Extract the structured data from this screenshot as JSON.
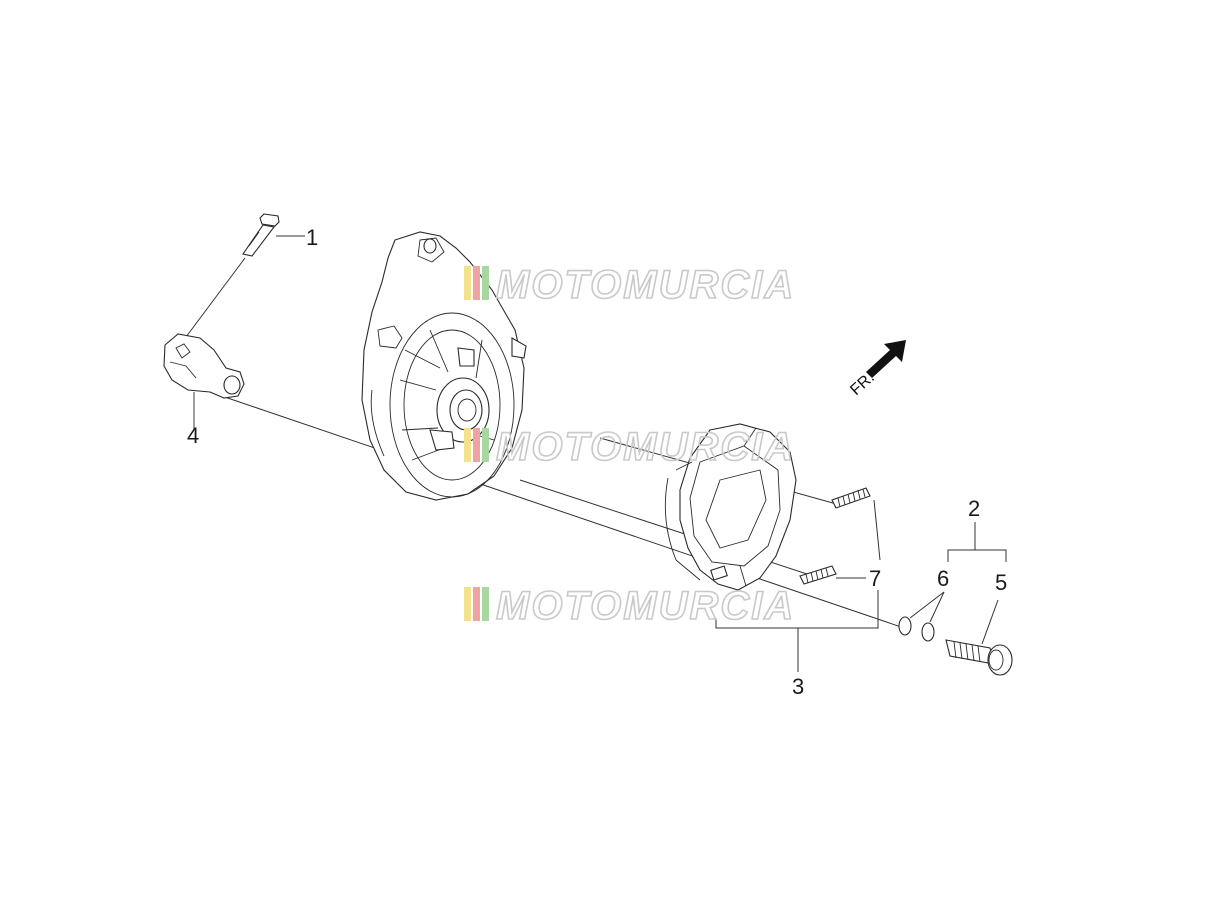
{
  "diagram": {
    "callouts": {
      "c1": "1",
      "c2": "2",
      "c3": "3",
      "c4": "4",
      "c5": "5",
      "c6": "6",
      "c7": "7"
    },
    "direction_label": "FR.",
    "watermark_text": "MOTOMURCIA",
    "colors": {
      "line": "#2a2a2a",
      "watermark_stripe_1": "#f2e38a",
      "watermark_stripe_2": "#f0a3a3",
      "watermark_stripe_3": "#a8d8a0",
      "watermark_outline": "#c9c9c9"
    }
  }
}
